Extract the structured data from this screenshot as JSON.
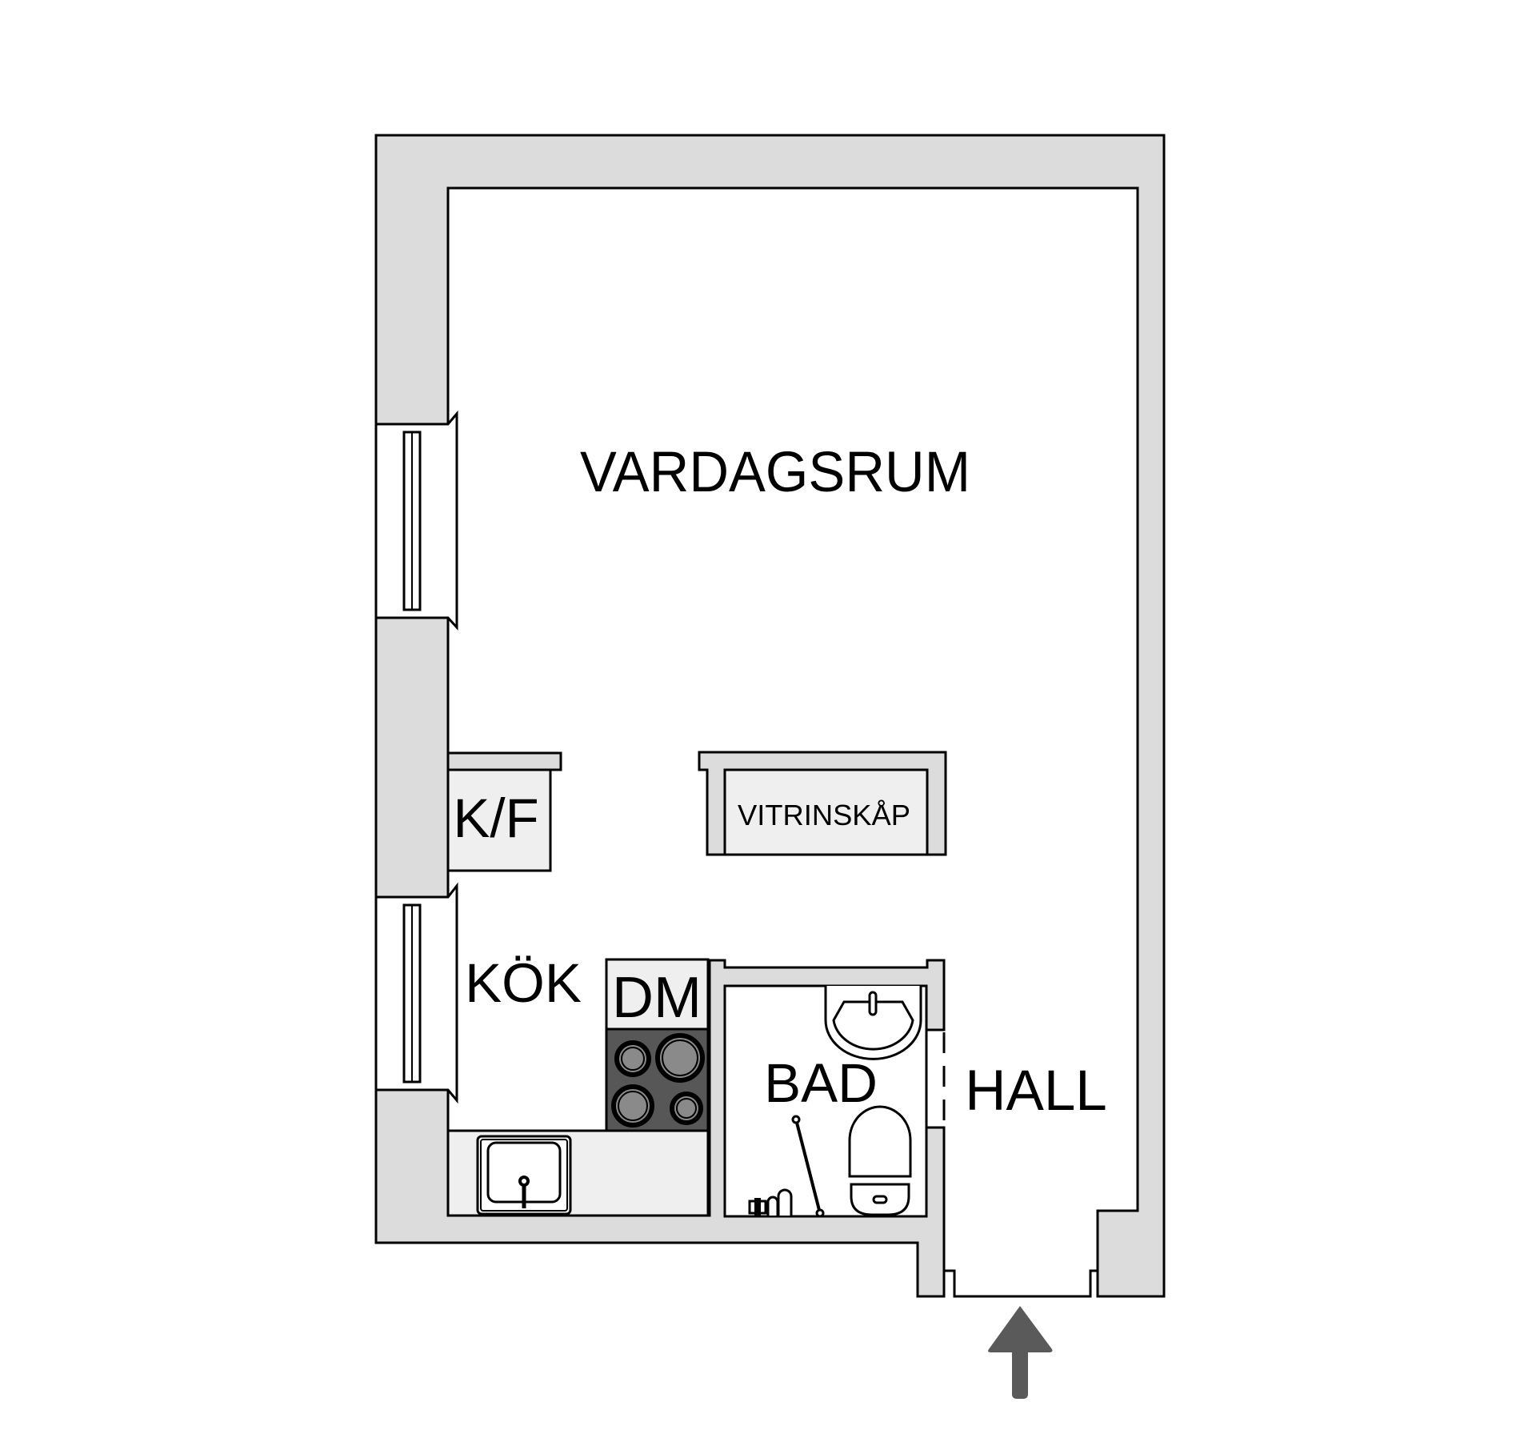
{
  "floorplan": {
    "title": "",
    "colors": {
      "wall_fill": "#dcdcdc",
      "fixture_fill": "#efefef",
      "stove_fill": "#575757",
      "burner_fill": "#8a8a8a",
      "arrow": "#5a5a5a",
      "line": "#000000",
      "background": "#ffffff"
    },
    "rooms": [
      {
        "id": "vardagsrum",
        "label": "VARDAGSRUM"
      },
      {
        "id": "kok",
        "label": "KÖK"
      },
      {
        "id": "bad",
        "label": "BAD"
      },
      {
        "id": "hall",
        "label": "HALL"
      }
    ],
    "fixtures": [
      {
        "id": "kf",
        "label": "K/F"
      },
      {
        "id": "vitrinskap",
        "label": "VITRINSKÅP"
      },
      {
        "id": "dm",
        "label": "DM"
      }
    ],
    "icons": {
      "entrance": "entrance-arrow-icon",
      "stove": "stove-icon",
      "kitchen_sink": "kitchen-sink-icon",
      "wash_basin": "wash-basin-icon",
      "toilet": "toilet-icon",
      "shower": "shower-icon",
      "window": "window-icon"
    }
  }
}
